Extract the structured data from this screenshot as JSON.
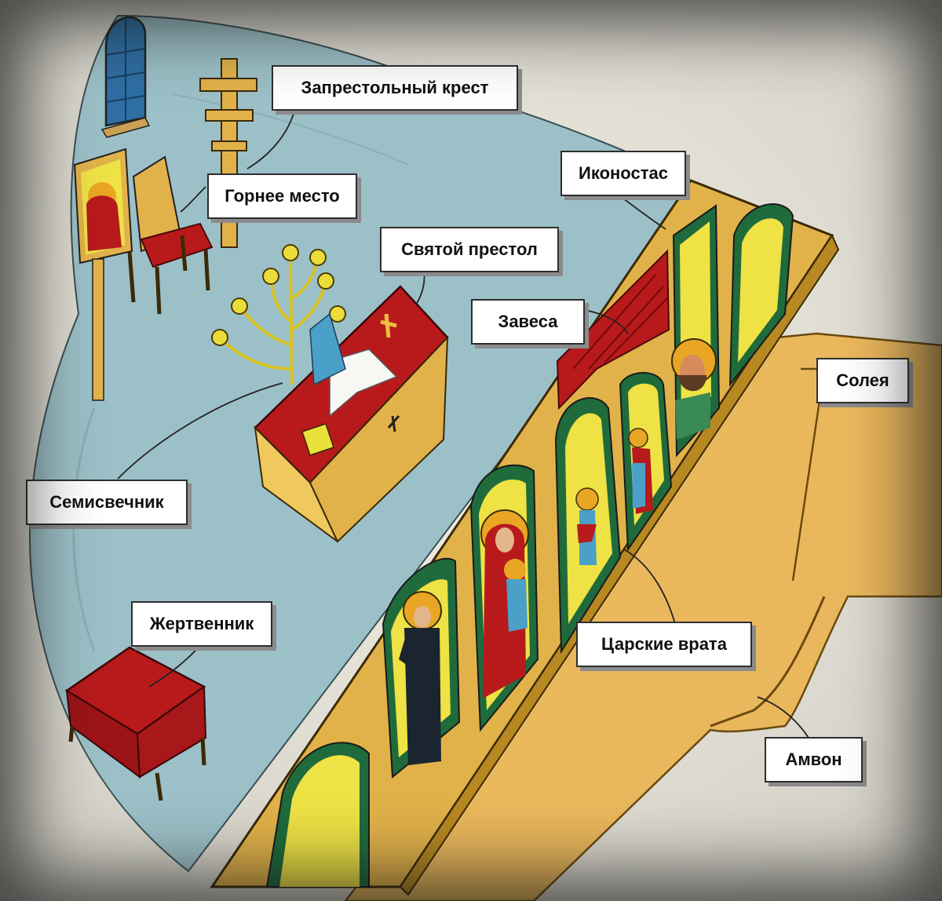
{
  "labels": {
    "zaprestolny_krest": "Запрестольный крест",
    "gornee_mesto": "Горнее место",
    "svyatoy_prestol": "Святой престол",
    "zavesa": "Завеса",
    "semisvechnik": "Семисвечник",
    "zhertvennik": "Жертвенник",
    "ikonostas": "Иконостас",
    "soleya": "Солея",
    "tsarskie_vrata": "Царские врата",
    "amvon": "Амвон"
  },
  "colors": {
    "altar_floor": "#9cc0c7",
    "soleya_floor": "#eab85c",
    "iconostasis_gold": "#e2b24a",
    "icon_green": "#1f6b3c",
    "icon_yellow": "#eee245",
    "cloth_red": "#b81a1c",
    "label_bg": "#ffffff"
  }
}
